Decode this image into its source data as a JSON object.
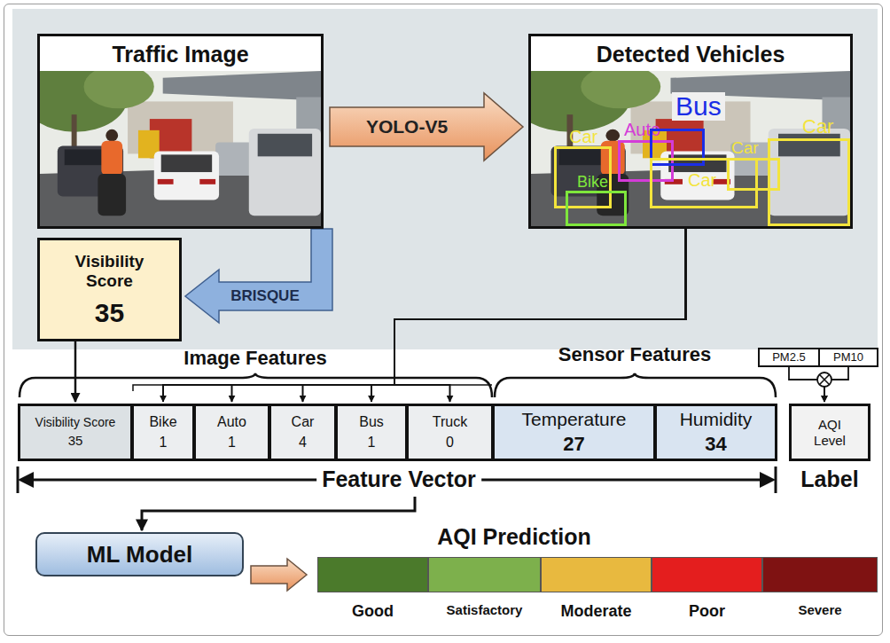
{
  "diagram": {
    "nodes": [
      {
        "text": [
          "Traffic Image"
        ]
      },
      {
        "text": [
          "Detected Vehicles"
        ]
      },
      {
        "text": [
          "Car"
        ],
        "in": 1
      },
      {
        "text": [
          "Auto"
        ],
        "in": 1
      },
      {
        "text": [
          "Bus"
        ],
        "in": 1
      },
      {
        "text": [
          "Car"
        ],
        "in": 1
      },
      {
        "text": [
          "Car"
        ],
        "in": 1
      },
      {
        "text": [
          "Car"
        ],
        "in": 1
      },
      {
        "text": [
          "Bike"
        ],
        "in": 1
      },
      {
        "text": [
          "Visibility Score",
          "35"
        ]
      },
      {
        "text": [
          "PM2.5"
        ]
      },
      {
        "text": [
          "PM10"
        ]
      },
      {
        "text": [
          "Visibility Score",
          "35"
        ]
      },
      {
        "text": [
          "Bike",
          "1"
        ]
      },
      {
        "text": [
          "Auto",
          "1"
        ]
      },
      {
        "text": [
          "Car",
          "4"
        ]
      },
      {
        "text": [
          "Bus",
          "1"
        ]
      },
      {
        "text": [
          "Truck",
          "0"
        ]
      },
      {
        "text": [
          "Temperature",
          "27"
        ]
      },
      {
        "text": [
          "Humidity",
          "34"
        ]
      },
      {
        "text": [
          "AQI Level"
        ]
      },
      {
        "text": [
          "ML Model"
        ]
      },
      {
        "text": [
          "AQI Prediction"
        ]
      },
      {
        "text": [
          "Good"
        ],
        "in": 22
      },
      {
        "text": [
          "Satisfactory"
        ],
        "in": 22
      },
      {
        "text": [
          "Moderate"
        ],
        "in": 22
      },
      {
        "text": [
          "Poor"
        ],
        "in": 22
      },
      {
        "text": [
          "Severe"
        ],
        "in": 22
      }
    ],
    "edges": [
      {
        "from": 0,
        "to": 1,
        "label": "YOLO-V5",
        "arrow": "to"
      },
      {
        "from": 0,
        "to": 9,
        "label": "BRISQUE",
        "arrow": "to"
      },
      {
        "from": 9,
        "to": 12,
        "arrow": "to"
      },
      {
        "from": 1,
        "to": 13,
        "arrow": "to"
      },
      {
        "from": 1,
        "to": 14,
        "arrow": "to"
      },
      {
        "from": 1,
        "to": 15,
        "arrow": "to"
      },
      {
        "from": 1,
        "to": 16,
        "arrow": "to"
      },
      {
        "from": 1,
        "to": 17,
        "arrow": "to"
      },
      {
        "from": 10,
        "to": 20,
        "arrow": "to"
      },
      {
        "from": 11,
        "to": 20,
        "arrow": "to"
      },
      {
        "from": 21,
        "to": 22,
        "arrow": "to"
      }
    ],
    "labels": [
      "Image Features",
      "Sensor Features",
      "Feature Vector",
      "Label"
    ]
  }
}
